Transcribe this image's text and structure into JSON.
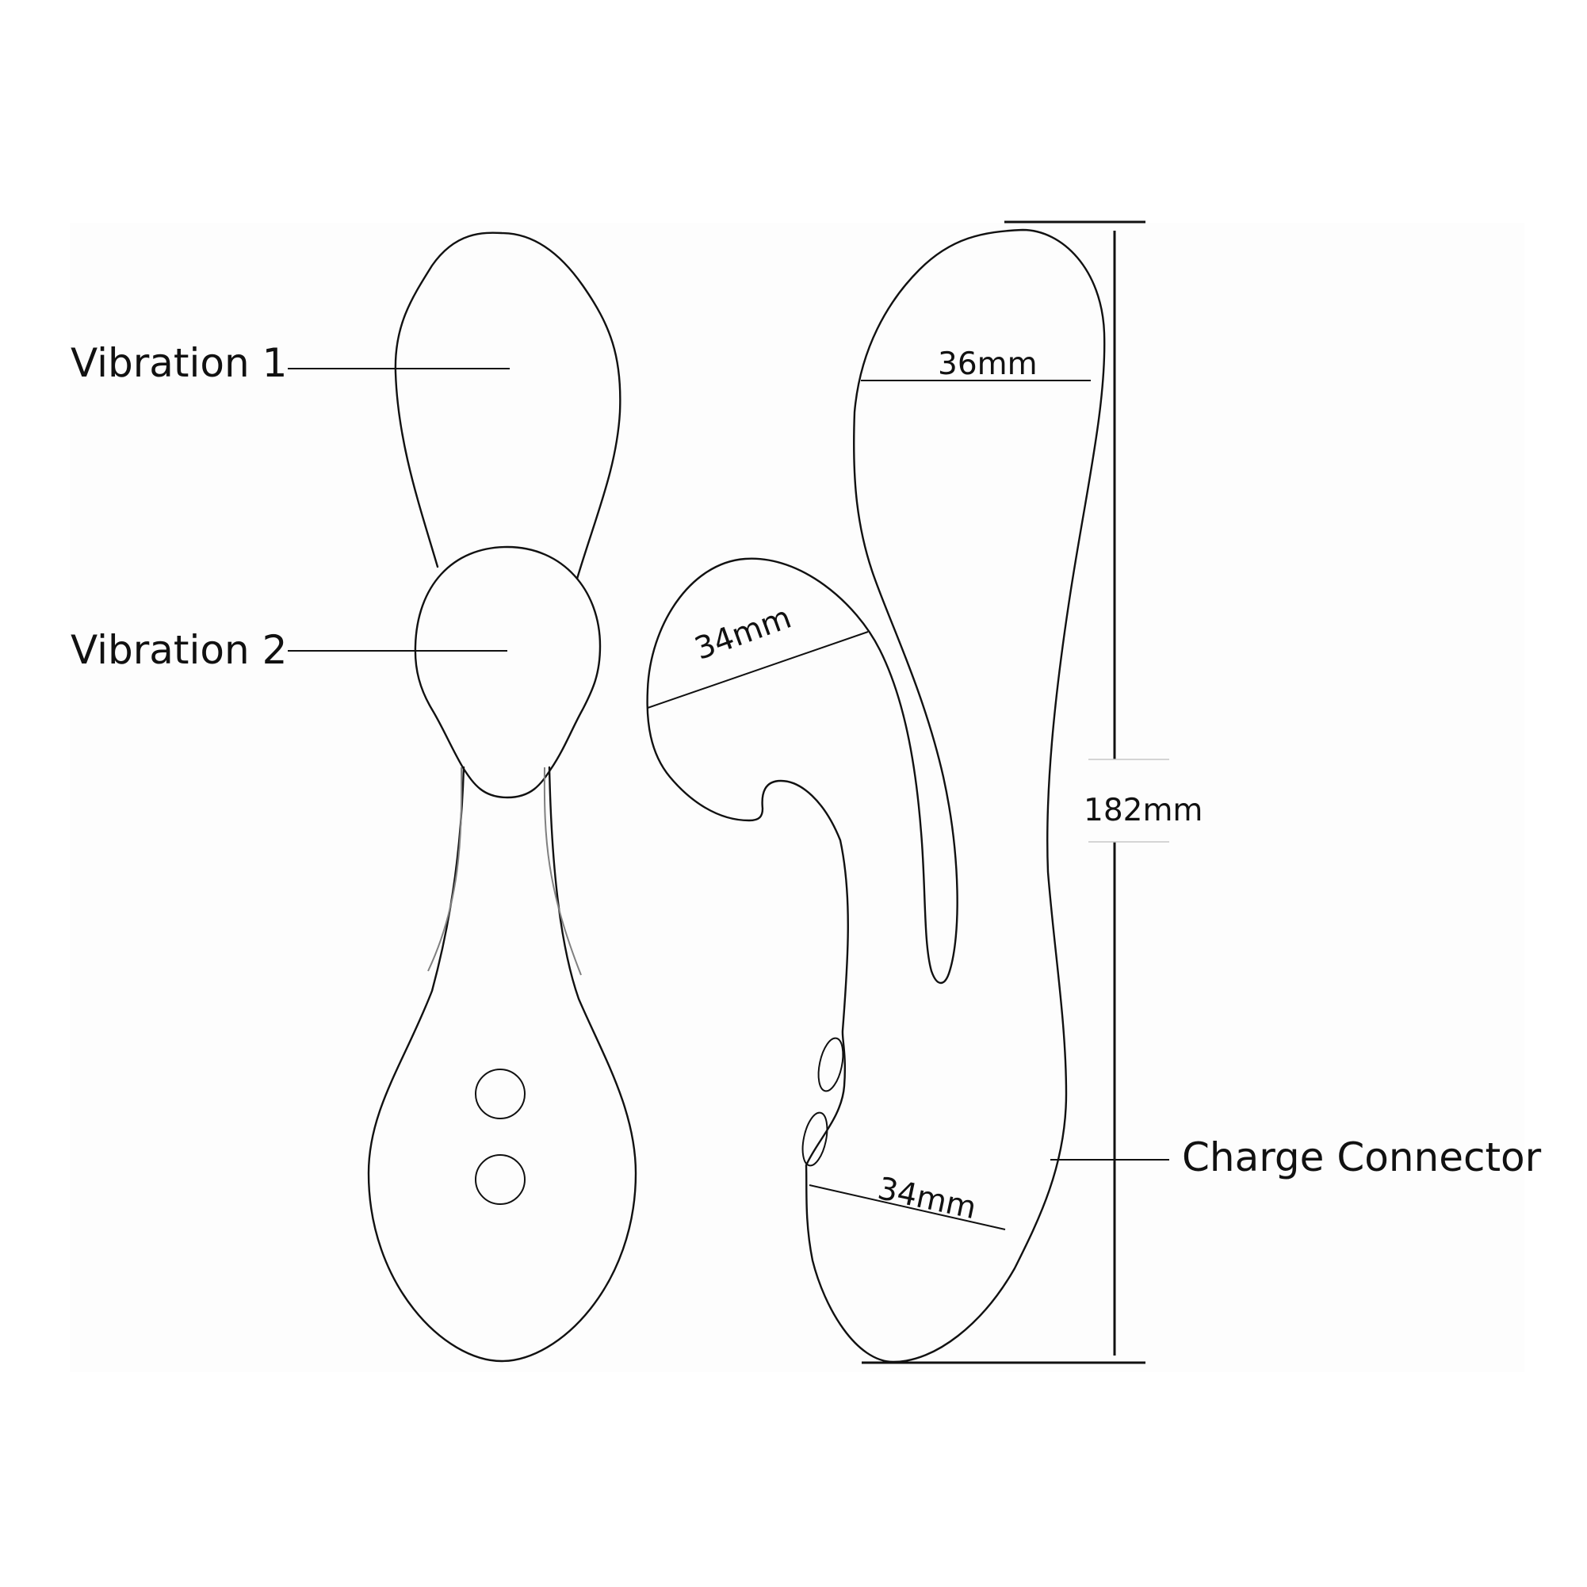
{
  "diagram": {
    "type": "product dimension drawing",
    "views": [
      "front view",
      "side view"
    ],
    "callouts": {
      "vibration_1": "Vibration 1",
      "vibration_2": "Vibration 2",
      "charge_connector": "Charge Connector"
    },
    "dimensions": {
      "upper_head_width": "36mm",
      "lower_head_width": "34mm",
      "handle_width": "34mm",
      "overall_length": "182mm"
    },
    "front_view": {
      "buttons": 2
    },
    "side_view": {
      "buttons": 2
    },
    "colors": {
      "line": "#111111",
      "shading_line": "#808080",
      "background": "#ffffff",
      "panel": "#fdfdfd"
    }
  }
}
